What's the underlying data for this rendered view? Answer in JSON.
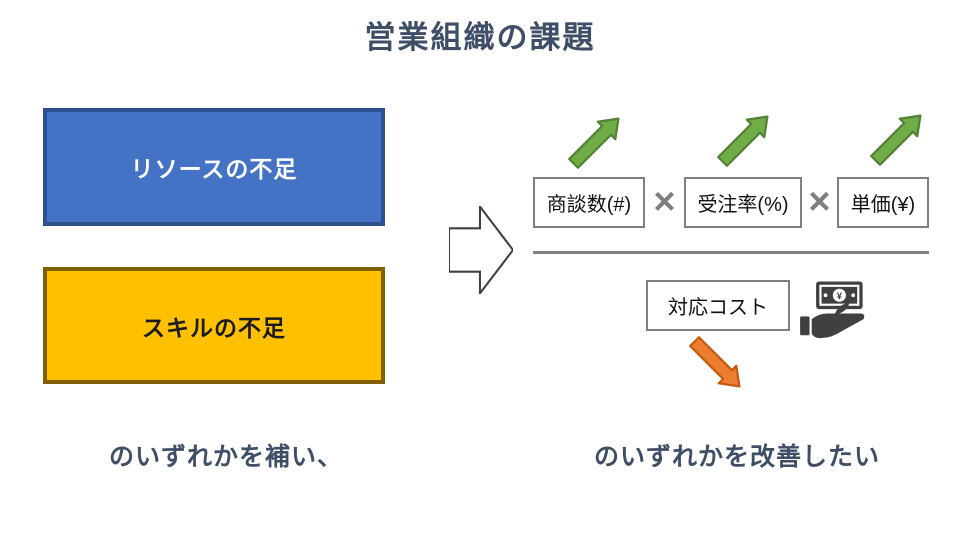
{
  "title": "営業組織の課題",
  "left_panel": {
    "resource_box": {
      "label": "リソースの不足",
      "fill": "#4472C4",
      "border": "#2F528F"
    },
    "skill_box": {
      "label": "スキルの不足",
      "fill": "#FFC000",
      "border": "#7F6000"
    },
    "caption": "のいずれかを補い、"
  },
  "right_panel": {
    "formula": {
      "terms": [
        "商談数(#)",
        "受注率(%)",
        "単価(¥)"
      ],
      "operator": "×",
      "trend_icon": "green-up-right-arrow",
      "divider_color": "#808080"
    },
    "cost_box": {
      "label": "対応コスト"
    },
    "money_icon_symbol": "¥",
    "decrease_icon": "orange-down-right-arrow",
    "caption": "のいずれかを改善したい"
  },
  "colors": {
    "heading_text": "#3F4E67",
    "blue_fill": "#4472C4",
    "blue_border": "#2F528F",
    "yellow_fill": "#FFC000",
    "yellow_border": "#7F6000",
    "green_arrow": "#70AD47",
    "green_arrow_border": "#538135",
    "orange_arrow": "#ED7D31",
    "orange_arrow_border": "#C55A11",
    "gray_border": "#7F7F7F",
    "icon_gray": "#404040"
  }
}
